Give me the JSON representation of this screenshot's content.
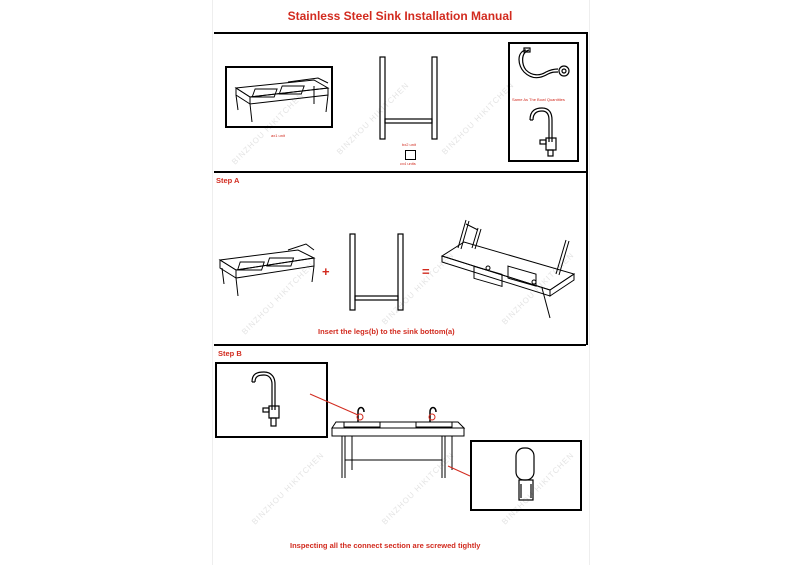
{
  "title": "Stainless Steel Sink Installation Manual",
  "parts": {
    "sink_qty": "ax1 unit",
    "legs_qty": "bx2 unit",
    "screws_qty": "cx4 units",
    "drain_note": "Same As The Bowl Quantities"
  },
  "step_a": {
    "label": "Step A",
    "plus": "+",
    "equals": "=",
    "caption": "Insert the legs(b) to the sink bottom(a)"
  },
  "step_b": {
    "label": "Step B",
    "caption": "Inspecting all the connect section are screwed tightly"
  },
  "watermark": "BINZHOU HIKITCHEN",
  "colors": {
    "accent": "#d22b1f",
    "line": "#000000"
  }
}
